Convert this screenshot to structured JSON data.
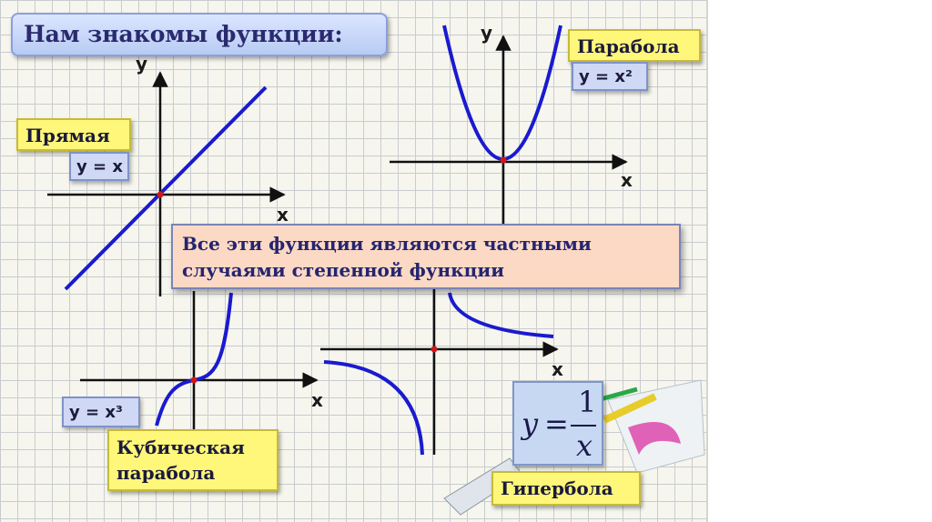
{
  "title": "Нам знакомы функции:",
  "note": "Все эти функции являются частными случаями степенной функции",
  "functions": {
    "line": {
      "name": "Прямая",
      "formula": "y = x"
    },
    "parabola": {
      "name": "Парабола",
      "formula": "y = x²"
    },
    "cubic": {
      "name_line1": "Кубическая",
      "name_line2": "парабола",
      "formula": "y = x³"
    },
    "hyperbola": {
      "name": "Гипербола",
      "formula_y": "y",
      "formula_eq": "=",
      "formula_num": "1",
      "formula_den": "x"
    }
  },
  "axis_labels": {
    "x": "x",
    "y": "y"
  },
  "colors": {
    "curve": "#1a1ad0",
    "axis": "#111111",
    "origin_dot": "#d01818",
    "grid": "#c9cccf"
  }
}
